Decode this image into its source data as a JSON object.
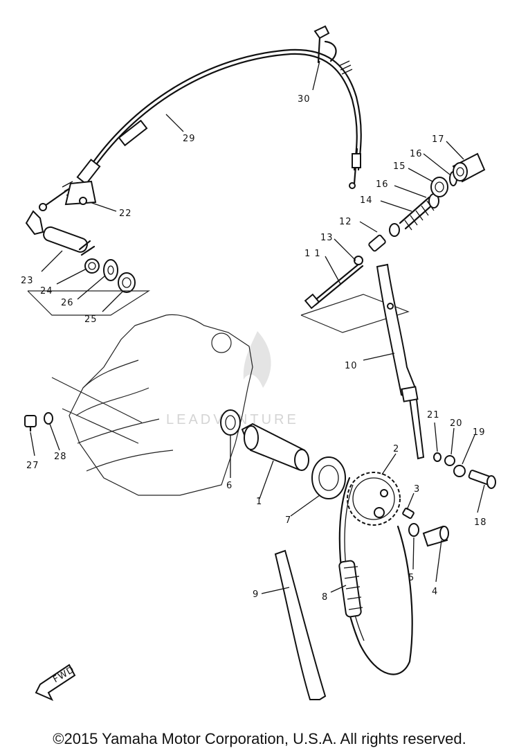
{
  "diagram": {
    "callouts": [
      {
        "id": "1",
        "label": "1"
      },
      {
        "id": "2",
        "label": "2"
      },
      {
        "id": "3",
        "label": "3"
      },
      {
        "id": "4",
        "label": "4"
      },
      {
        "id": "5",
        "label": "5"
      },
      {
        "id": "6",
        "label": "6"
      },
      {
        "id": "7",
        "label": "7"
      },
      {
        "id": "8",
        "label": "8"
      },
      {
        "id": "9",
        "label": "9"
      },
      {
        "id": "10",
        "label": "10"
      },
      {
        "id": "11",
        "label": "1 1"
      },
      {
        "id": "12",
        "label": "12"
      },
      {
        "id": "13",
        "label": "13"
      },
      {
        "id": "14",
        "label": "14"
      },
      {
        "id": "15",
        "label": "15"
      },
      {
        "id": "16a",
        "label": "16"
      },
      {
        "id": "16b",
        "label": "16"
      },
      {
        "id": "17",
        "label": "17"
      },
      {
        "id": "18",
        "label": "18"
      },
      {
        "id": "19",
        "label": "19"
      },
      {
        "id": "20",
        "label": "20"
      },
      {
        "id": "21",
        "label": "21"
      },
      {
        "id": "22",
        "label": "22"
      },
      {
        "id": "23",
        "label": "23"
      },
      {
        "id": "24",
        "label": "24"
      },
      {
        "id": "25",
        "label": "25"
      },
      {
        "id": "26",
        "label": "26"
      },
      {
        "id": "27",
        "label": "27"
      },
      {
        "id": "28",
        "label": "28"
      },
      {
        "id": "29",
        "label": "29"
      },
      {
        "id": "30",
        "label": "30"
      }
    ],
    "fwd_label": "FWD",
    "watermark": "LEADVENTURE"
  },
  "footer": {
    "copyright": "©2015 Yamaha Motor Corporation, U.S.A. All rights reserved."
  }
}
